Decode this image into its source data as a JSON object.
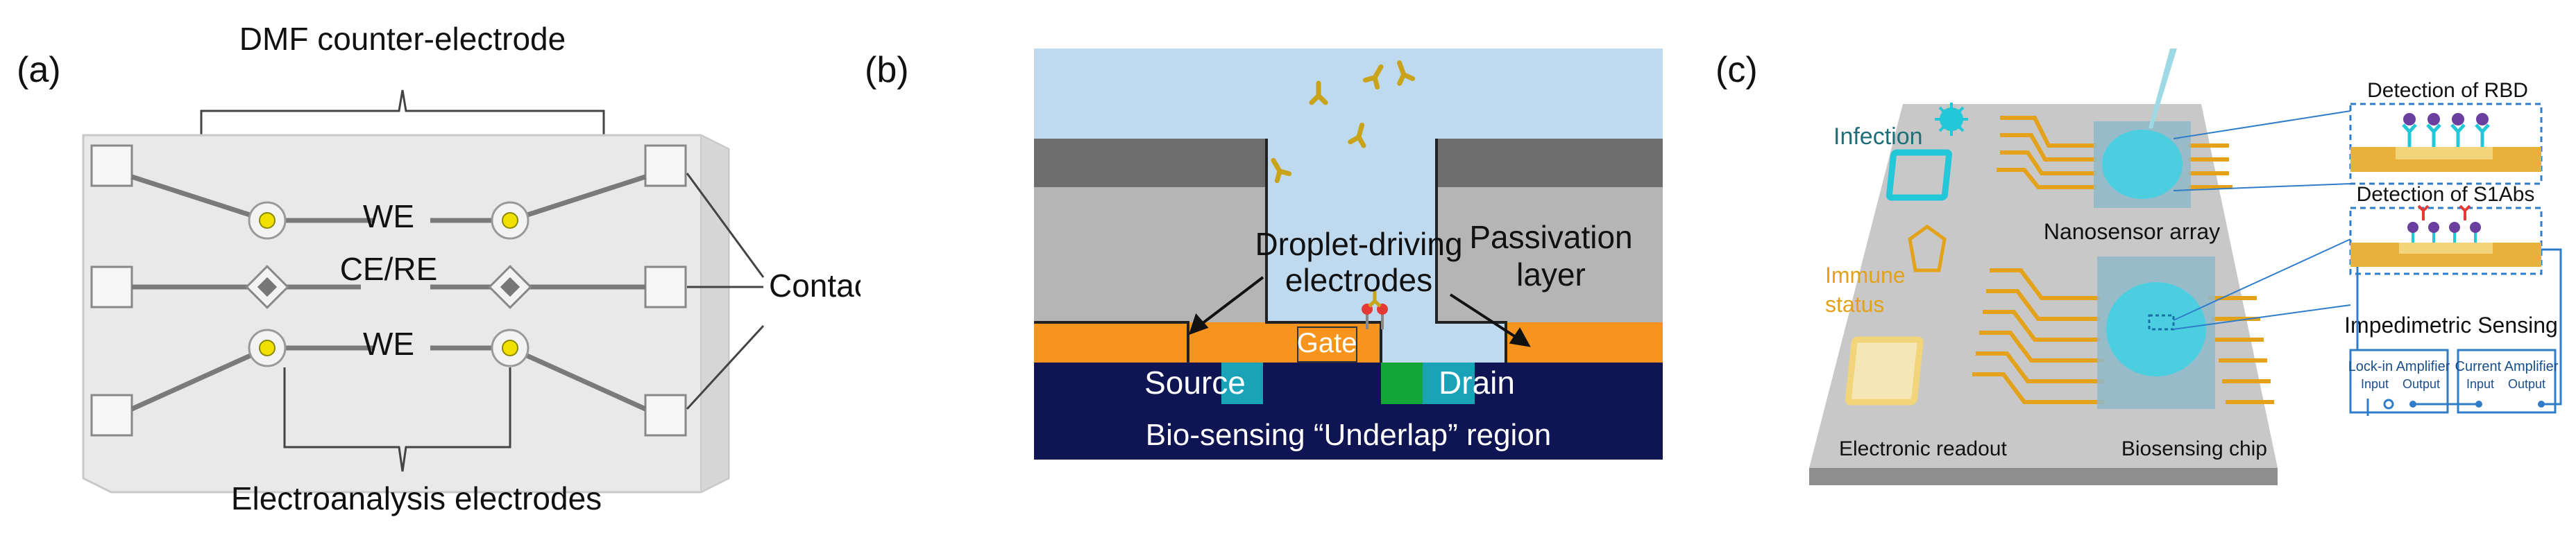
{
  "panel_a": {
    "label": "(a)",
    "top_label": "DMF counter-electrode",
    "we_label_1": "WE",
    "cere_label": "CE/RE",
    "we_label_2": "WE",
    "contact_label": "Contact pads",
    "bottom_label": "Electroanalysis electrodes"
  },
  "panel_b": {
    "label": "(b)",
    "droplet_label_1": "Droplet-driving",
    "droplet_label_2": "electrodes",
    "passivation_label_1": "Passivation",
    "passivation_label_2": "layer",
    "gate_label": "Gate",
    "source_label": "Source",
    "drain_label": "Drain",
    "underlap_label": "Bio-sensing “Underlap” region"
  },
  "panel_c": {
    "label": "(c)",
    "infection_label": "Infection",
    "immune_label_1": "Immune",
    "immune_label_2": "status",
    "nanosensor_label": "Nanosensor array",
    "readout_label": "Electronic readout",
    "chip_label": "Biosensing chip",
    "rbd_label": "Detection of RBD",
    "s1abs_label": "Detection of S1Abs",
    "impedimetric_label": "Impedimetric Sensing",
    "lockin_label": "Lock-in Amplifier",
    "lockin_input": "Input",
    "lockin_output": "Output",
    "current_label": "Current Amplifier",
    "current_input": "Input",
    "current_output": "Output"
  },
  "colors": {
    "orange": "#F7941D",
    "navy": "#0E1552",
    "teal": "#1AA3B8",
    "green": "#13A538",
    "sky": "#BFD9EF",
    "gray_dark": "#6E6E6E",
    "gray_mid": "#B5B5B5",
    "gold": "#E3A21A",
    "cyan": "#22C8D8",
    "blue_box": "#2F7CC9"
  }
}
